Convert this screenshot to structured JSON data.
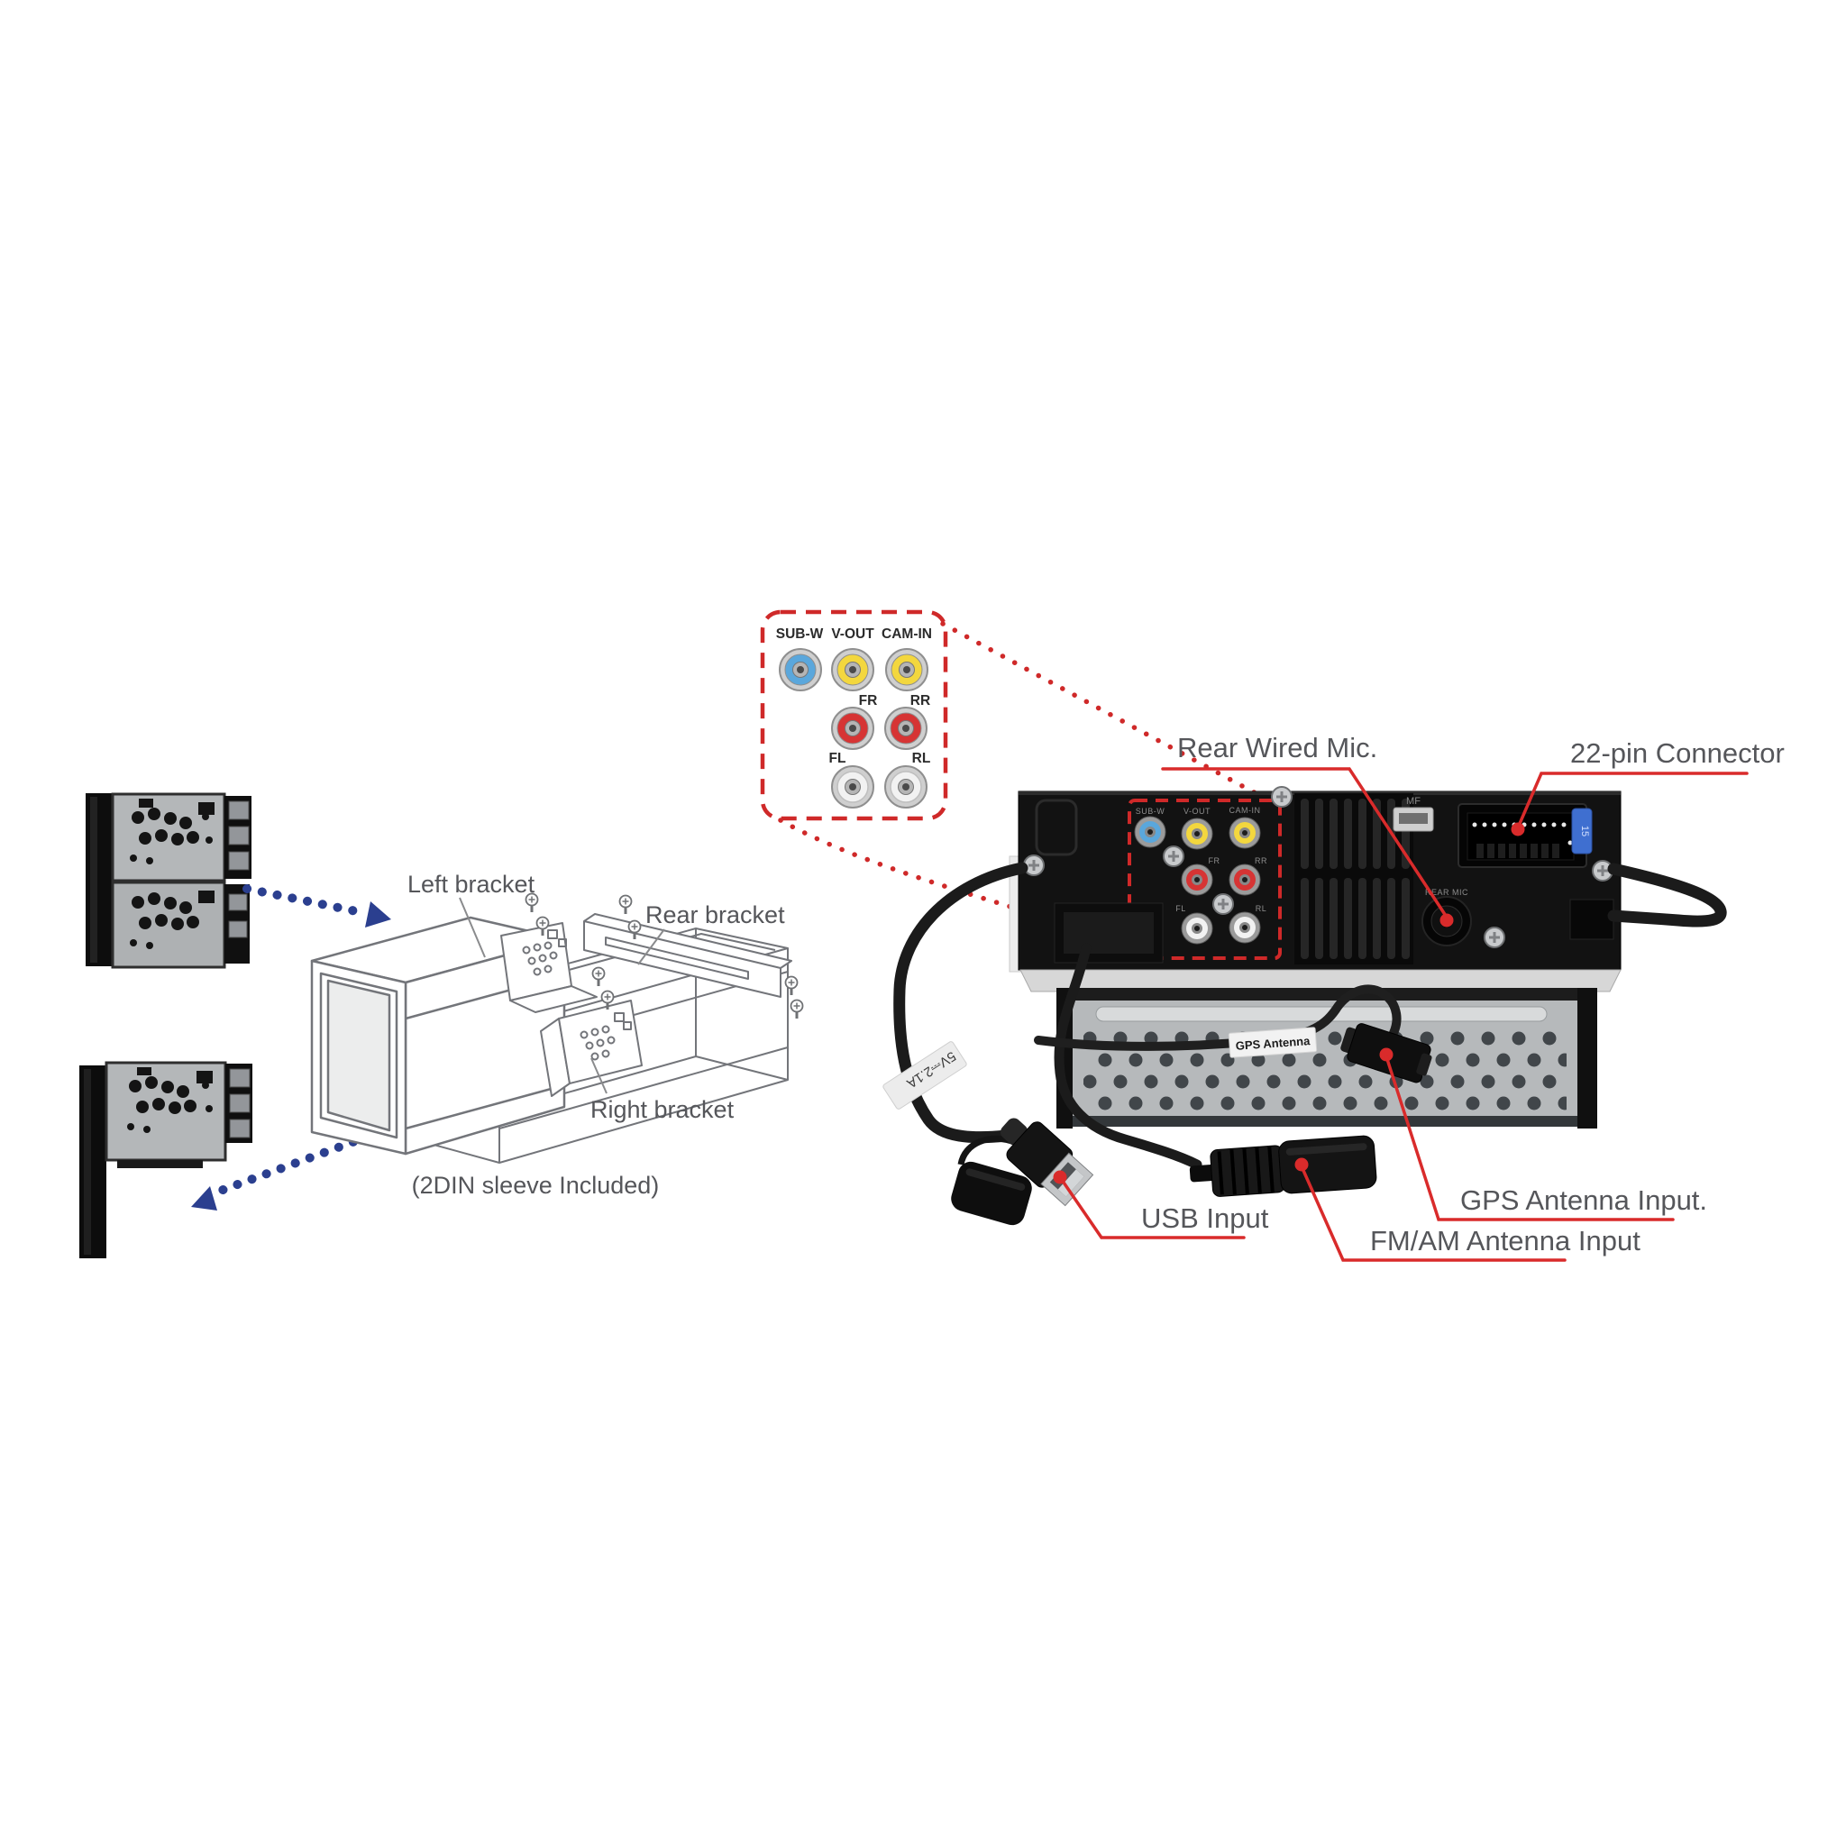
{
  "figure": {
    "background": "#ffffff",
    "accent_red": "#d92b2b",
    "dashed_red": "#cf2929",
    "arrow_blue": "#2b3f8f"
  },
  "callout": {
    "jacks": [
      {
        "label": "SUB-W",
        "color": "#5aa7dc"
      },
      {
        "label": "V-OUT",
        "color": "#f3d73e"
      },
      {
        "label": "CAM-IN",
        "color": "#f3d73e"
      },
      {
        "label": "FR",
        "color": "#d63434"
      },
      {
        "label": "RR",
        "color": "#d63434"
      },
      {
        "label": "FL",
        "color": "#f2f2f2"
      },
      {
        "label": "RL",
        "color": "#f2f2f2"
      }
    ]
  },
  "annotations": {
    "rear_mic": "Rear Wired Mic.",
    "pin22": "22-pin Connector",
    "usb": "USB Input",
    "gps": "GPS Antenna Input.",
    "fm_am": "FM/AM Antenna Input"
  },
  "install_diagram": {
    "left_bracket": "Left bracket",
    "rear_bracket": "Rear bracket",
    "right_bracket": "Right bracket",
    "sleeve_note": "(2DIN sleeve Included)"
  },
  "unit": {
    "cable_tags": {
      "gps": "GPS Antenna",
      "usb_power": "5V⎓2.1A"
    },
    "panel": {
      "mf": "MF",
      "fuse": "15",
      "rear_mic": "REAR MIC"
    }
  }
}
